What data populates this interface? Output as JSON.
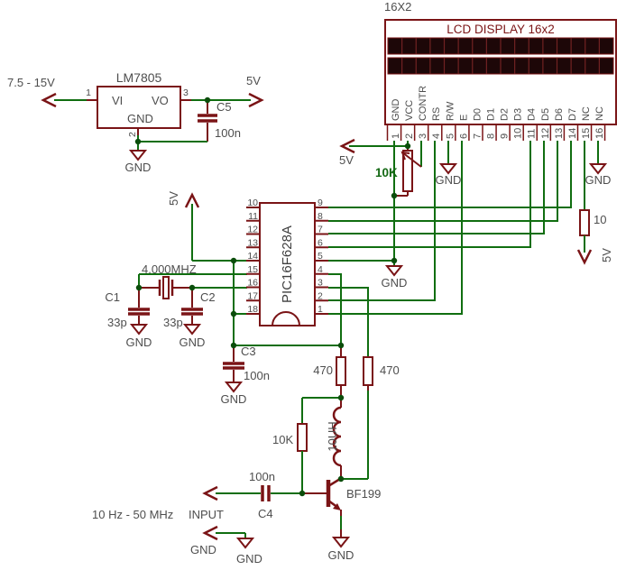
{
  "colors": {
    "wire_green": "#106e10",
    "component_red": "#7a1416",
    "label_gray": "#4e4e4e",
    "pot_label_green": "#136813",
    "junction_dot": "#0b4d0b",
    "lcd_cell_fill": "#1d0708",
    "lcd_cell_separator": "#712222",
    "background": "#ffffff"
  },
  "power_supply": {
    "input_label": "7.5 - 15V",
    "regulator_title": "LM7805",
    "pin_in_num": "1",
    "pin_out_num": "3",
    "pin_gnd_num": "2",
    "pin_in": "VI",
    "pin_out": "VO",
    "pin_gnd": "GND",
    "output_label": "5V",
    "cap_ref": "C5",
    "cap_value": "100n",
    "gnd_label": "GND"
  },
  "rail": {
    "v5_label": "5V"
  },
  "oscillator": {
    "crystal_value": "4.000MHZ",
    "c1_ref": "C1",
    "c1_value": "33p",
    "c1_gnd": "GND",
    "c2_ref": "C2",
    "c2_value": "33p",
    "c2_gnd": "GND"
  },
  "decoupling": {
    "ref": "C3",
    "value": "100n",
    "gnd_label": "GND"
  },
  "mcu": {
    "part": "PIC16F628A",
    "left_pin_numbers": [
      "10",
      "11",
      "12",
      "13",
      "14",
      "15",
      "16",
      "17",
      "18"
    ],
    "right_pin_numbers": [
      "9",
      "8",
      "7",
      "6",
      "5",
      "4",
      "3",
      "2",
      "1"
    ],
    "gnd_label": "GND"
  },
  "lcd": {
    "heading": "16X2",
    "title": "LCD DISPLAY 16x2",
    "columns": 16,
    "rows": 2,
    "pin_labels": [
      "GND",
      "VCC",
      "CONTR",
      "RS",
      "R/W",
      "E",
      "D0",
      "D1",
      "D2",
      "D3",
      "D4",
      "D5",
      "D6",
      "D7",
      "NC",
      "NC"
    ],
    "pin_numbers": [
      "1",
      "2",
      "3",
      "4",
      "5",
      "6",
      "7",
      "8",
      "9",
      "10",
      "11",
      "12",
      "13",
      "14",
      "15",
      "16"
    ],
    "v5_label": "5V",
    "gnd_pin5_label": "GND",
    "gnd_pin16_label": "GND"
  },
  "contrast_pot": {
    "value": "10K"
  },
  "backlight_resistor": {
    "value": "10",
    "v5_label": "5V"
  },
  "amplifier": {
    "r_collector_value": "470",
    "r_coupling_value": "470",
    "r_base_value": "10K",
    "inductor_value": "10UH",
    "transistor_part": "BF199",
    "gnd_label": "GND"
  },
  "input": {
    "cap_value": "100n",
    "cap_ref": "C4",
    "range_label": "10 Hz - 50 MHz",
    "input_label": "INPUT",
    "gnd_arrow_label": "GND",
    "gnd_symbol_label": "GND"
  }
}
